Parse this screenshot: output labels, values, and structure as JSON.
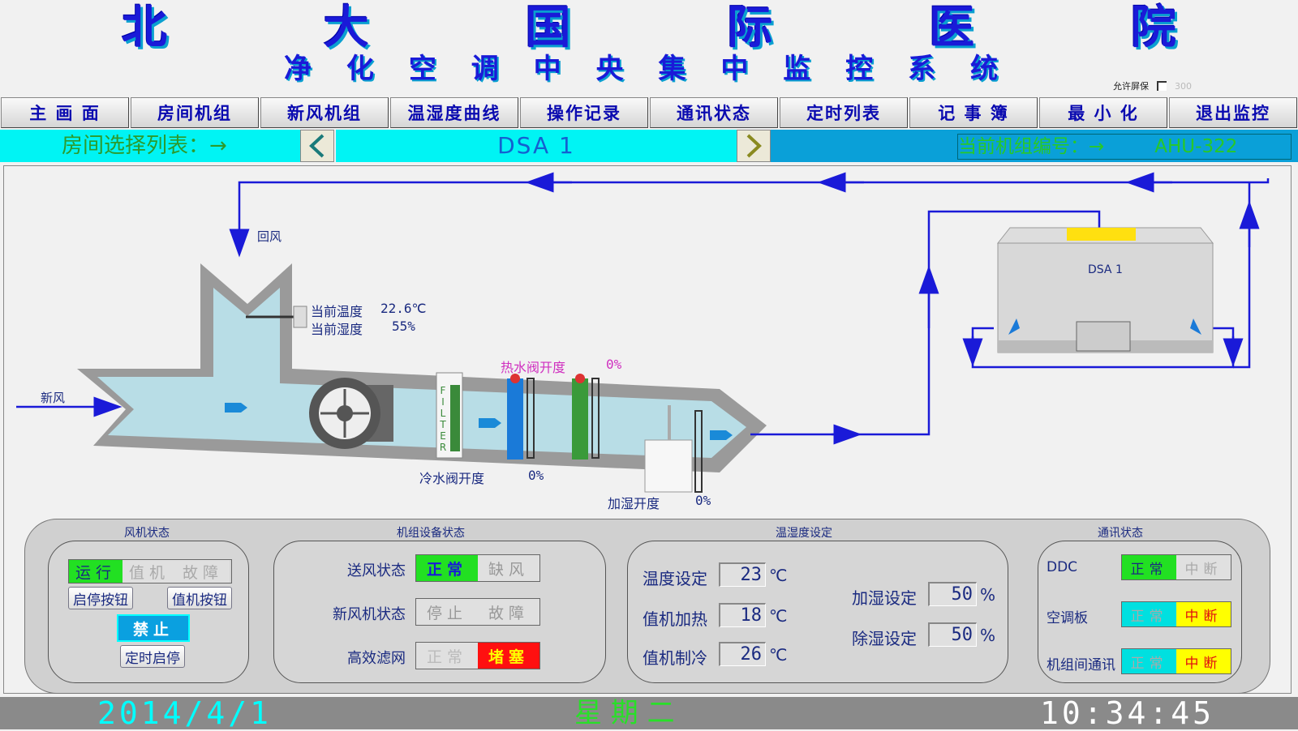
{
  "header": {
    "title_chars": [
      "北",
      "大",
      "国",
      "际",
      "医",
      "院"
    ],
    "subtitle_chars": [
      "净",
      "化",
      "空",
      "调",
      "中",
      "央",
      "集",
      "中",
      "监",
      "控",
      "系",
      "统"
    ],
    "screensaver_label": "允许屏保",
    "screensaver_value": "300"
  },
  "nav": [
    "主 画 面",
    "房间机组",
    "新风机组",
    "温湿度曲线",
    "操作记录",
    "通讯状态",
    "定时列表",
    "记 事 簿",
    "最 小 化",
    "退出监控"
  ],
  "room_bar": {
    "label": "房间选择列表：→",
    "room_name": "DSA  1",
    "unit_label": "当前机组编号：→",
    "unit_id": "AHU-322"
  },
  "diagram": {
    "return_air": "回风",
    "fresh_air": "新风",
    "current_temp_label": "当前温度",
    "current_temp": "22.6℃",
    "current_hum_label": "当前湿度",
    "current_hum": "55%",
    "filter": [
      "F",
      "I",
      "L",
      "T",
      "E",
      "R"
    ],
    "hot_valve_label": "热水阀开度",
    "hot_valve": "0%",
    "cold_valve_label": "冷水阀开度",
    "cold_valve": "0%",
    "humid_label": "加湿开度",
    "humid": "0%",
    "room_tag": "DSA 1"
  },
  "fan_status": {
    "title": "风机状态",
    "run": "运行",
    "standby": "值机",
    "fault": "故障",
    "start_stop_btn": "启停按钮",
    "standby_btn": "值机按钮",
    "disable": "禁止",
    "timer_btn": "定时启停"
  },
  "device_status": {
    "title": "机组设备状态",
    "rows": [
      {
        "label": "送风状态",
        "a": "正常",
        "b": "缺风"
      },
      {
        "label": "新风机状态",
        "a": "停止",
        "b": "故障"
      },
      {
        "label": "高效滤网",
        "a": "正常",
        "b": "堵塞"
      }
    ]
  },
  "setpoints": {
    "title": "温湿度设定",
    "temp_label": "温度设定",
    "temp": "23",
    "heat_label": "值机加热",
    "heat": "18",
    "cool_label": "值机制冷",
    "cool": "26",
    "hum_label": "加湿设定",
    "hum": "50",
    "dehum_label": "除湿设定",
    "dehum": "50",
    "unit_c": "℃",
    "unit_pct": "%"
  },
  "comm_status": {
    "title": "通讯状态",
    "rows": [
      {
        "label": "DDC",
        "a": "正常",
        "b": "中断"
      },
      {
        "label": "空调板",
        "a": "正常",
        "b": "中断"
      },
      {
        "label": "机组间通讯",
        "a": "正常",
        "b": "中断"
      }
    ]
  },
  "footer": {
    "date": "2014/4/1",
    "weekday": "星 期 二",
    "time": "10:34:45"
  },
  "colors": {
    "title_blue": "#1a1ad8",
    "cyan": "#00f4f4",
    "ok_green": "#22e022",
    "alarm_red": "#ff1010",
    "warn_yellow": "#ffff00"
  }
}
